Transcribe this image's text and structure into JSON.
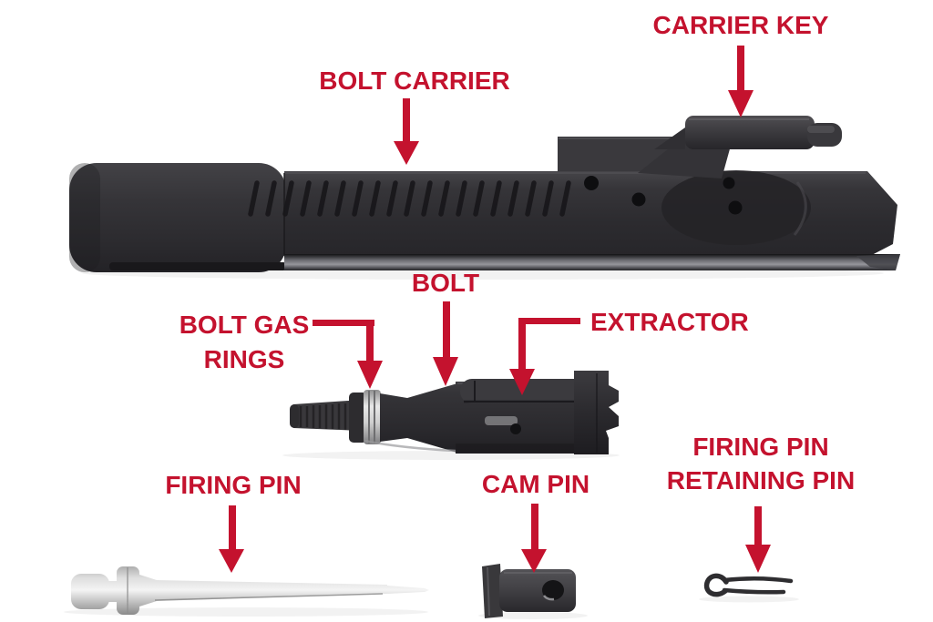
{
  "colors": {
    "label_red": "#C4122E",
    "background": "#FFFFFF",
    "metal_dark": "#2B2A2D",
    "metal_silver": "#D9D9D9"
  },
  "labels": {
    "carrier_key": "CARRIER KEY",
    "bolt_carrier": "BOLT CARRIER",
    "bolt": "BOLT",
    "bolt_gas_rings_1": "BOLT GAS",
    "bolt_gas_rings_2": "RINGS",
    "extractor": "EXTRACTOR",
    "firing_pin": "FIRING PIN",
    "cam_pin": "CAM PIN",
    "firing_pin_retaining_pin_1": "FIRING PIN",
    "firing_pin_retaining_pin_2": "RETAINING PIN"
  }
}
